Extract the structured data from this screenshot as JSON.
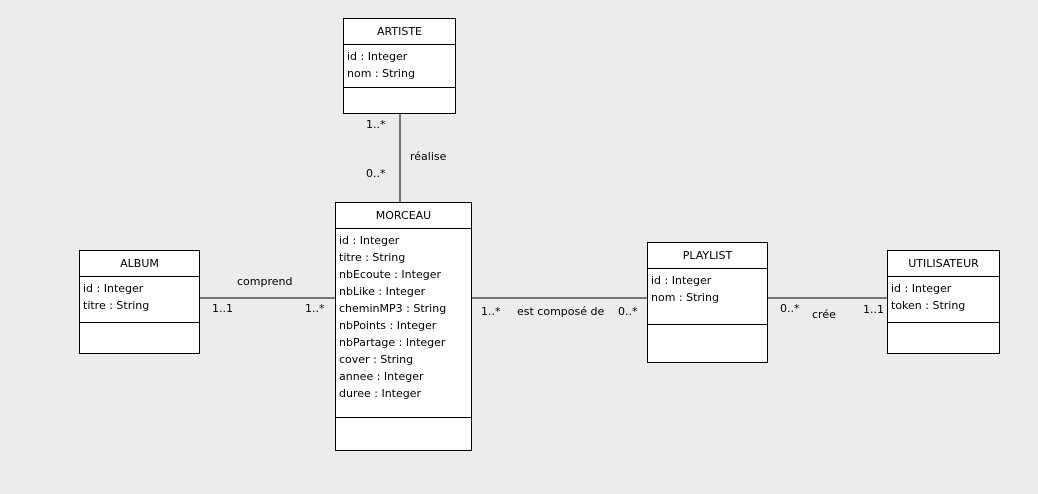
{
  "classes": {
    "artiste": {
      "name": "ARTISTE",
      "attrs": [
        "id : Integer",
        "nom : String"
      ]
    },
    "morceau": {
      "name": "MORCEAU",
      "attrs": [
        "id : Integer",
        "titre : String",
        "nbEcoute : Integer",
        "nbLike : Integer",
        "cheminMP3 : String",
        "nbPoints : Integer",
        "nbPartage : Integer",
        "cover : String",
        "annee : Integer",
        "duree : Integer"
      ]
    },
    "album": {
      "name": "ALBUM",
      "attrs": [
        "id : Integer",
        "titre : String"
      ]
    },
    "playlist": {
      "name": "PLAYLIST",
      "attrs": [
        "id : Integer",
        "nom : String"
      ]
    },
    "utilisateur": {
      "name": "UTILISATEUR",
      "attrs": [
        "id : Integer",
        "token : String"
      ]
    }
  },
  "associations": {
    "realise": {
      "name": "réalise",
      "mult_top": "1..*",
      "mult_bottom": "0..*"
    },
    "comprend": {
      "name": "comprend",
      "mult_left": "1..1",
      "mult_right": "1..*"
    },
    "compose": {
      "name": "est composé de",
      "mult_left": "1..*",
      "mult_right": "0..*"
    },
    "cree": {
      "name": "crée",
      "mult_left": "0..*",
      "mult_right": "1..1"
    }
  }
}
